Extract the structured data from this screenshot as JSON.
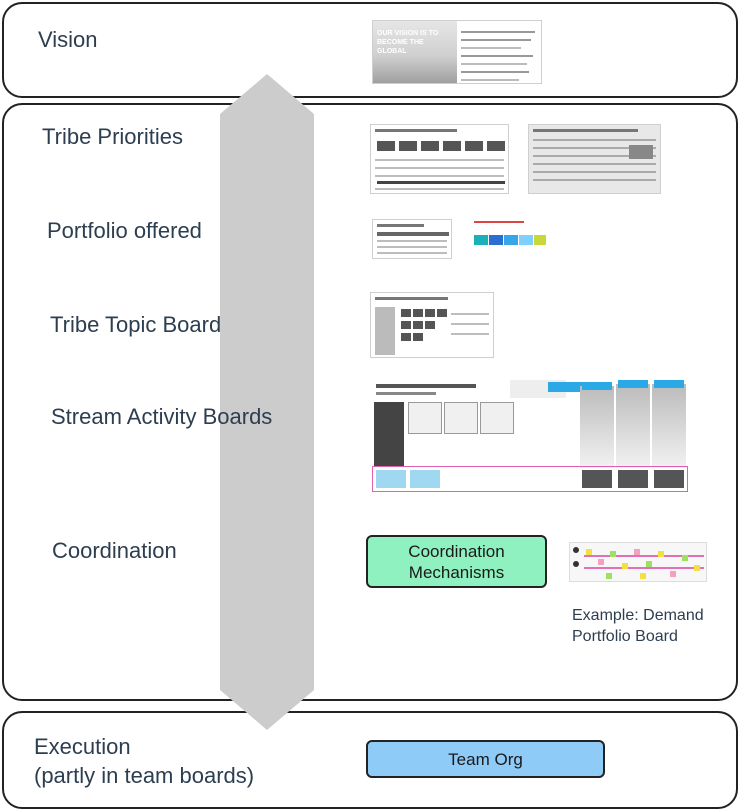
{
  "sections": {
    "vision": "Vision",
    "tribe_priorities": "Tribe Priorities",
    "portfolio_offered": "Portfolio offered",
    "tribe_topic_board": "Tribe Topic Board",
    "stream_activity_boards": "Stream Activity Boards",
    "coordination": "Coordination",
    "execution_line1": "Execution",
    "execution_line2": "(partly in team boards)"
  },
  "vision_image": {
    "left_line1": "OUR VISION IS TO",
    "left_line2": "BECOME THE",
    "left_line3": "GLOBAL"
  },
  "boxes": {
    "coordination_mechanisms_line1": "Coordination",
    "coordination_mechanisms_line2": "Mechanisms",
    "team_org": "Team Org"
  },
  "example_caption_line1": "Example: Demand",
  "example_caption_line2": "Portfolio Board",
  "colors": {
    "arrow": "#cccccc",
    "coordination_box": "#8ff0c0",
    "team_org_box": "#8ecbf7",
    "text": "#2d3e50"
  }
}
